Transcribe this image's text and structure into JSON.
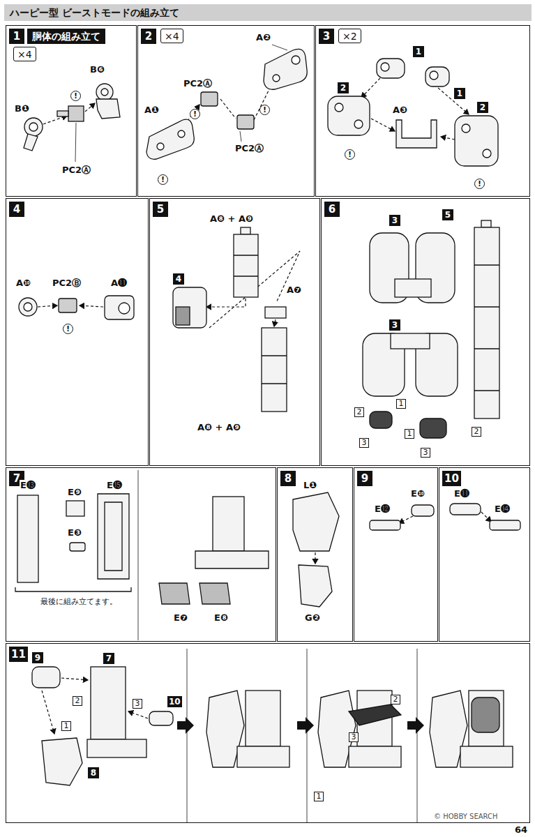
{
  "diagram": {
    "title": "ハーピー型 ビーストモードの組み立て",
    "nodes": [
      {
        "text": [
          "1",
          "胴体の組み立て"
        ]
      },
      {
        "text": [
          "×4"
        ],
        "in": 0
      },
      {
        "text": [
          "2"
        ]
      },
      {
        "text": [
          "×4"
        ],
        "in": 2
      },
      {
        "text": [
          "3"
        ]
      },
      {
        "text": [
          "×2"
        ],
        "in": 4
      },
      {
        "text": [
          "4"
        ]
      },
      {
        "text": [
          "5"
        ]
      },
      {
        "text": [
          "6"
        ]
      },
      {
        "text": [
          "7"
        ]
      },
      {
        "text": [
          "8"
        ]
      },
      {
        "text": [
          "9"
        ]
      },
      {
        "text": [
          "10"
        ]
      },
      {
        "text": [
          "11"
        ]
      }
    ],
    "labels": [
      "B❶",
      "B❻",
      "PC2Ⓐ",
      "!",
      "A❷",
      "PC2Ⓐ",
      "!",
      "A❶",
      "PC2Ⓐ",
      "!",
      "!",
      "1",
      "2",
      "1",
      "2",
      "A❸",
      "!",
      "!",
      "A❿",
      "PC2Ⓑ",
      "A⓫",
      "!",
      "A❽ + A❾",
      "4",
      "A❼",
      "A❽ + A❾",
      "3",
      "5",
      "3",
      "2",
      "1",
      "1",
      "2",
      "3",
      "3",
      "E⓭",
      "E❾",
      "E⓯",
      "E❸",
      "最後に組み立てます。",
      "E❼",
      "E❽",
      "L❶",
      "G❷",
      "E⓬",
      "E❿",
      "E⓫",
      "E⓮",
      "9",
      "7",
      "10",
      "8",
      "2",
      "1",
      "3",
      "2",
      "3",
      "1",
      "64",
      "© HOBBY SEARCH"
    ]
  }
}
